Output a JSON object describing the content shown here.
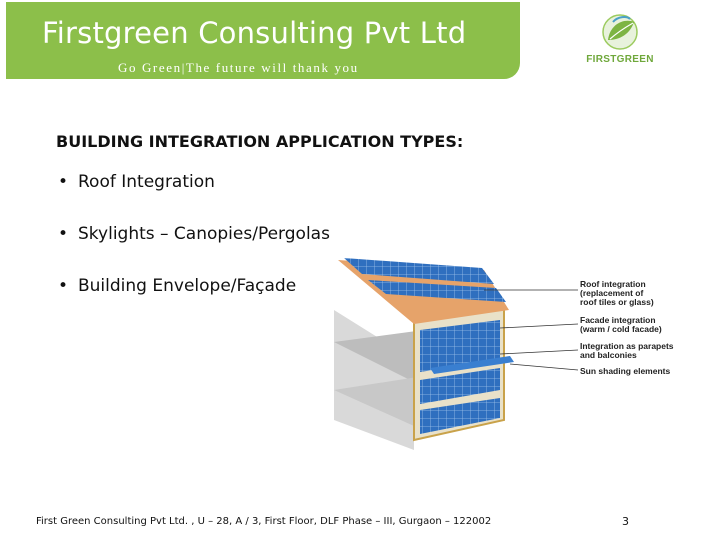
{
  "header": {
    "title": "Firstgreen Consulting Pvt Ltd",
    "tagline": "Go Green|The future will thank you",
    "logo_text": "FIRSTGREEN"
  },
  "content": {
    "heading": "BUILDING INTEGRATION APPLICATION TYPES:",
    "bullets": [
      "Roof Integration",
      "Skylights – Canopies/Pergolas",
      "Building Envelope/Façade"
    ]
  },
  "diagram": {
    "labels": [
      "Roof integration",
      "(replacement of",
      "roof tiles or glass)",
      "Facade integration",
      "(warm / cold facade)",
      "Integration as parapets",
      "and balconies",
      "Sun shading elements"
    ]
  },
  "footer": {
    "address": "First Green Consulting Pvt Ltd. , U – 28, A / 3, First Floor, DLF Phase – III, Gurgaon – 122002",
    "page_number": "3"
  },
  "colors": {
    "brand_green": "#8cbf4a",
    "logo_green": "#6fa83b",
    "panel_blue": "#2f6fbf"
  }
}
